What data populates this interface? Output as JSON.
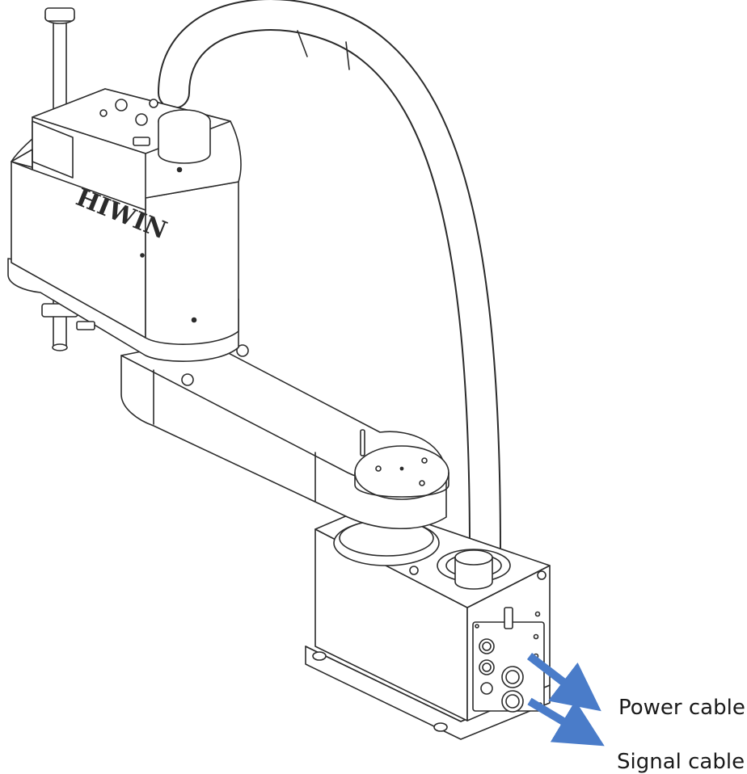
{
  "illustration": {
    "brand_text": "HIWIN",
    "line_color": "#2b2b2b",
    "arrow_color": "#4a7cc9"
  },
  "labels": {
    "power_cable": "Power cable",
    "signal_cable": "Signal cable"
  }
}
